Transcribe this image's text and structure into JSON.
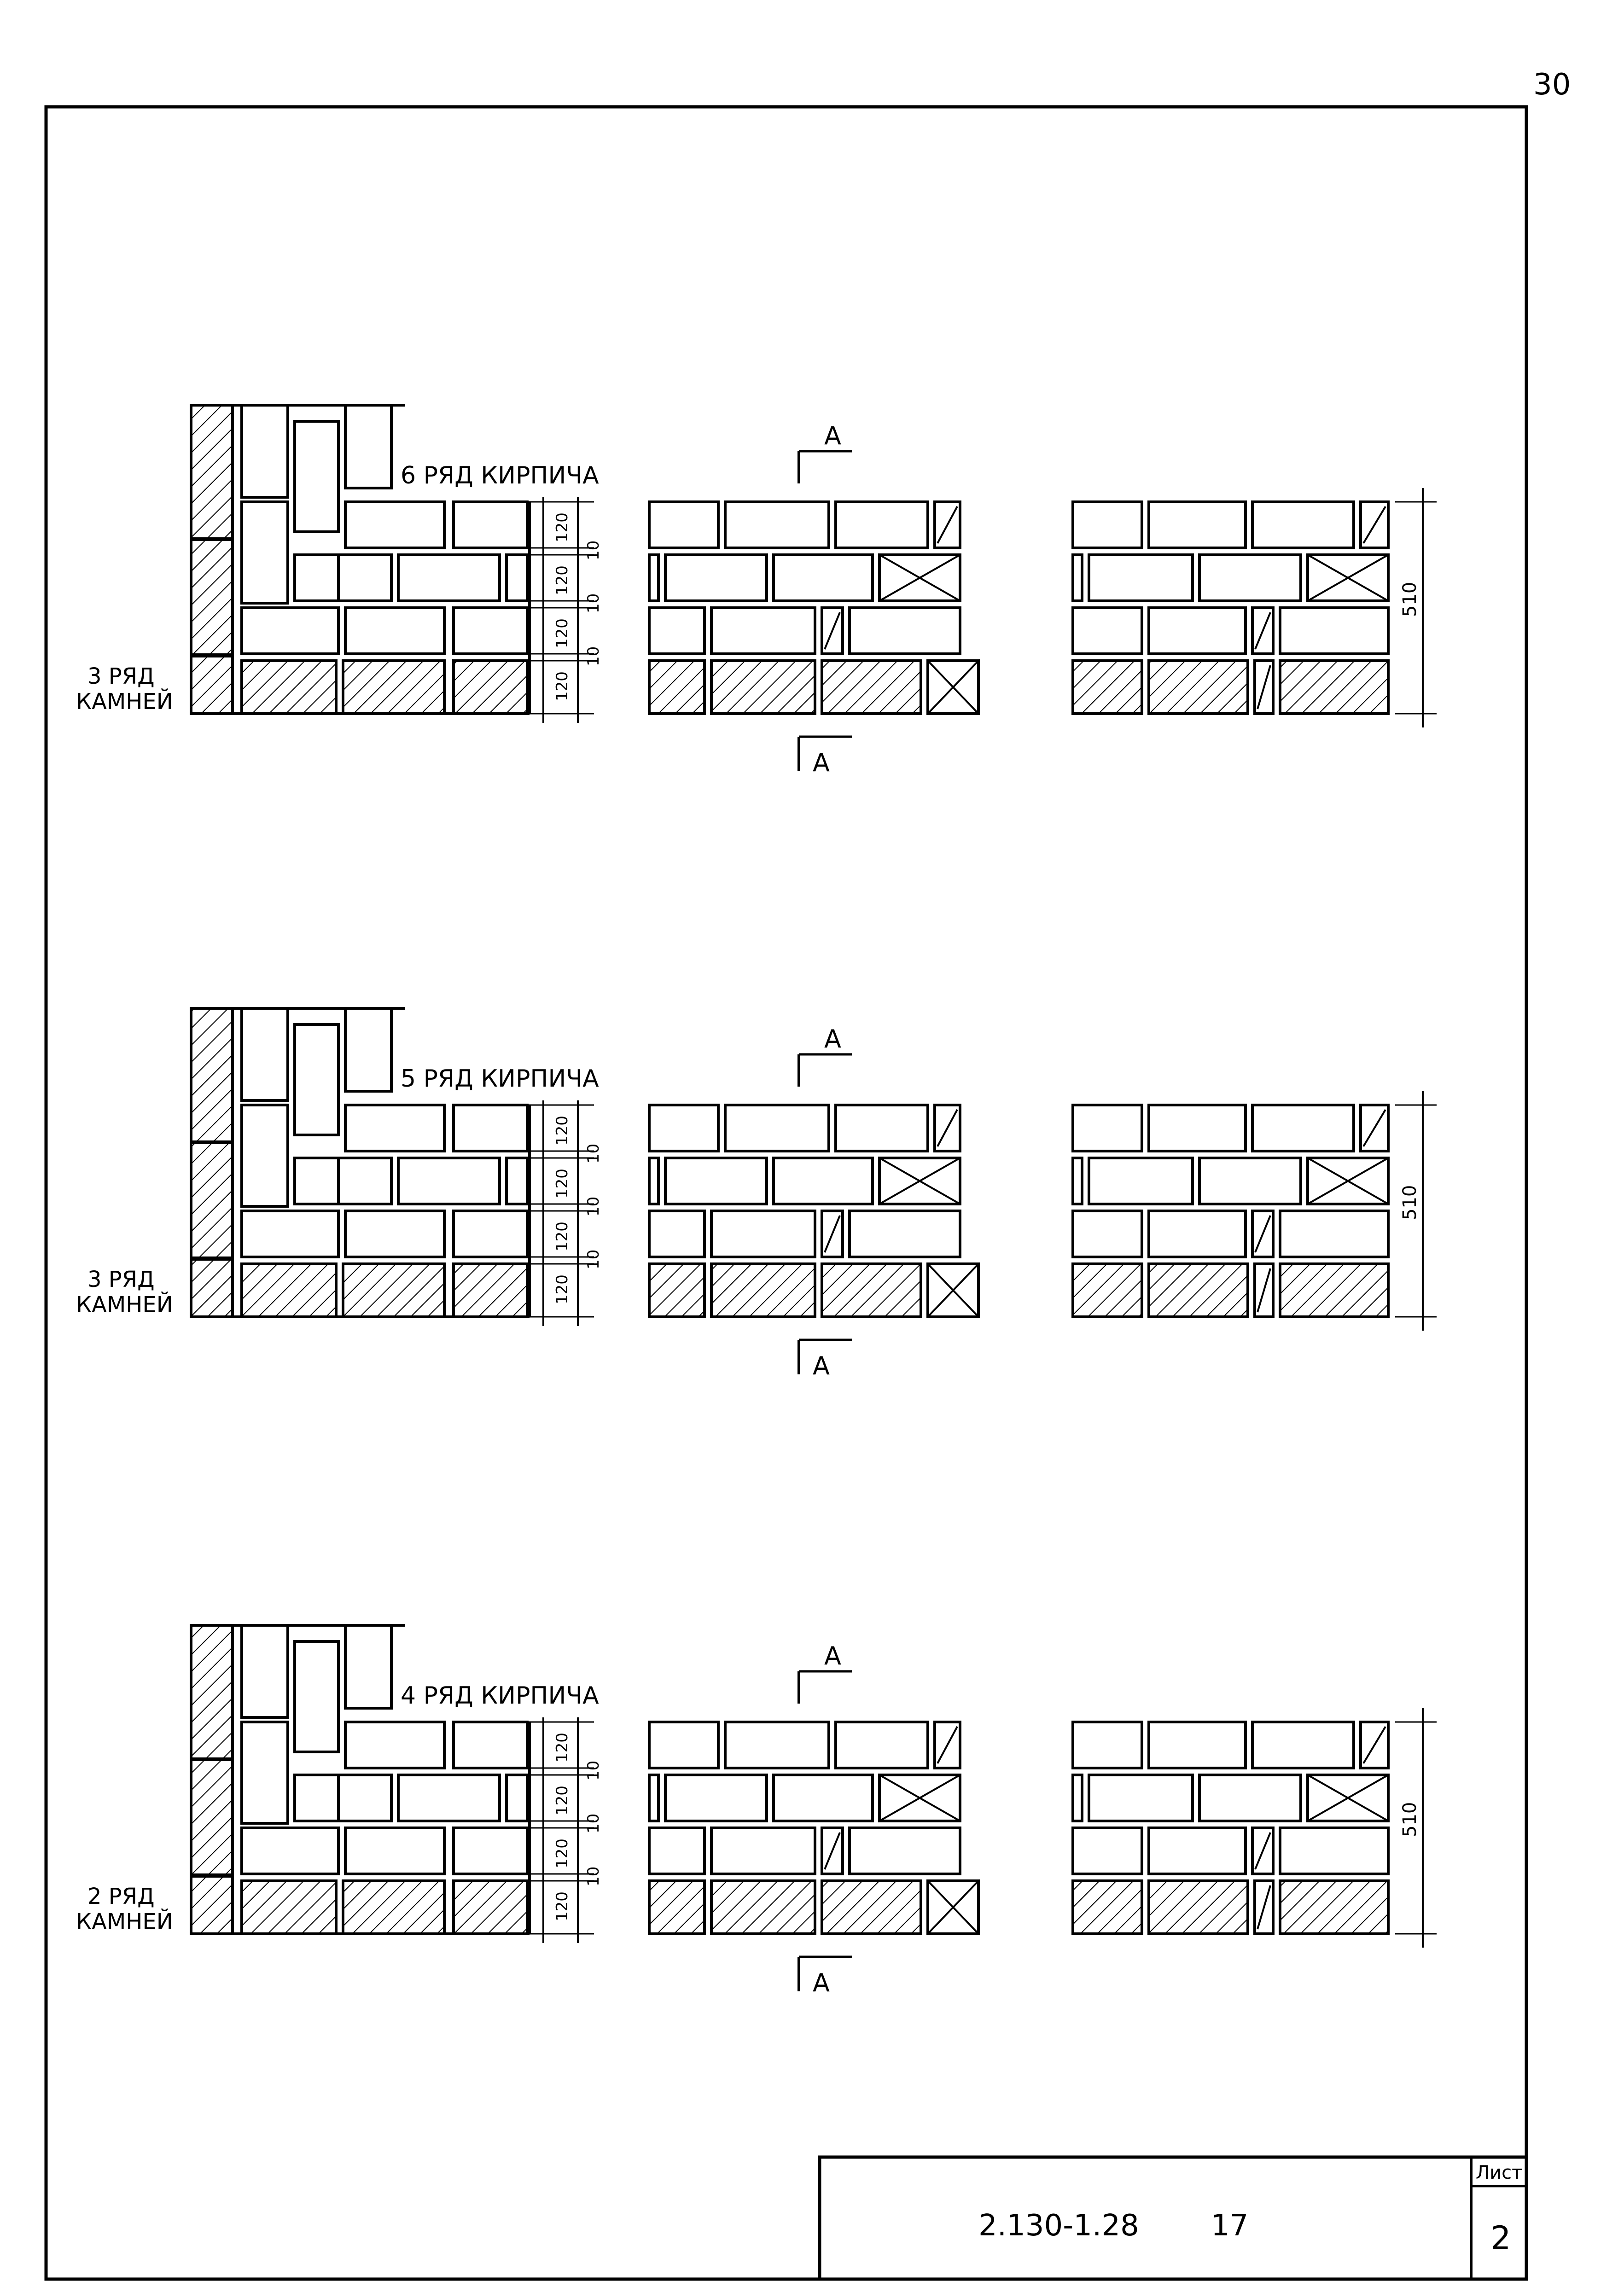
{
  "page_number": "30",
  "stamp": {
    "document_code": "2.130-1.28",
    "issue_number": "17",
    "sheet_label": "Лист",
    "sheet_number": "2"
  },
  "section_mark": "А",
  "groups": [
    {
      "brick_row_label": "6 РЯД КИРПИЧА",
      "stone_row_label_line1": "3 РЯД",
      "stone_row_label_line2": "КАМНЕЙ",
      "course_heights": [
        "120",
        "120",
        "120",
        "120"
      ],
      "joint_thicknesses": [
        "10",
        "10",
        "10"
      ],
      "total_height": "510"
    },
    {
      "brick_row_label": "5 РЯД КИРПИЧА",
      "stone_row_label_line1": "3 РЯД",
      "stone_row_label_line2": "КАМНЕЙ",
      "course_heights": [
        "120",
        "120",
        "120",
        "120"
      ],
      "joint_thicknesses": [
        "10",
        "10",
        "10"
      ],
      "total_height": "510"
    },
    {
      "brick_row_label": "4 РЯД КИРПИЧА",
      "stone_row_label_line1": "2 РЯД",
      "stone_row_label_line2": "КАМНЕЙ",
      "course_heights": [
        "120",
        "120",
        "120",
        "120"
      ],
      "joint_thicknesses": [
        "10",
        "10",
        "10"
      ],
      "total_height": "510"
    }
  ]
}
